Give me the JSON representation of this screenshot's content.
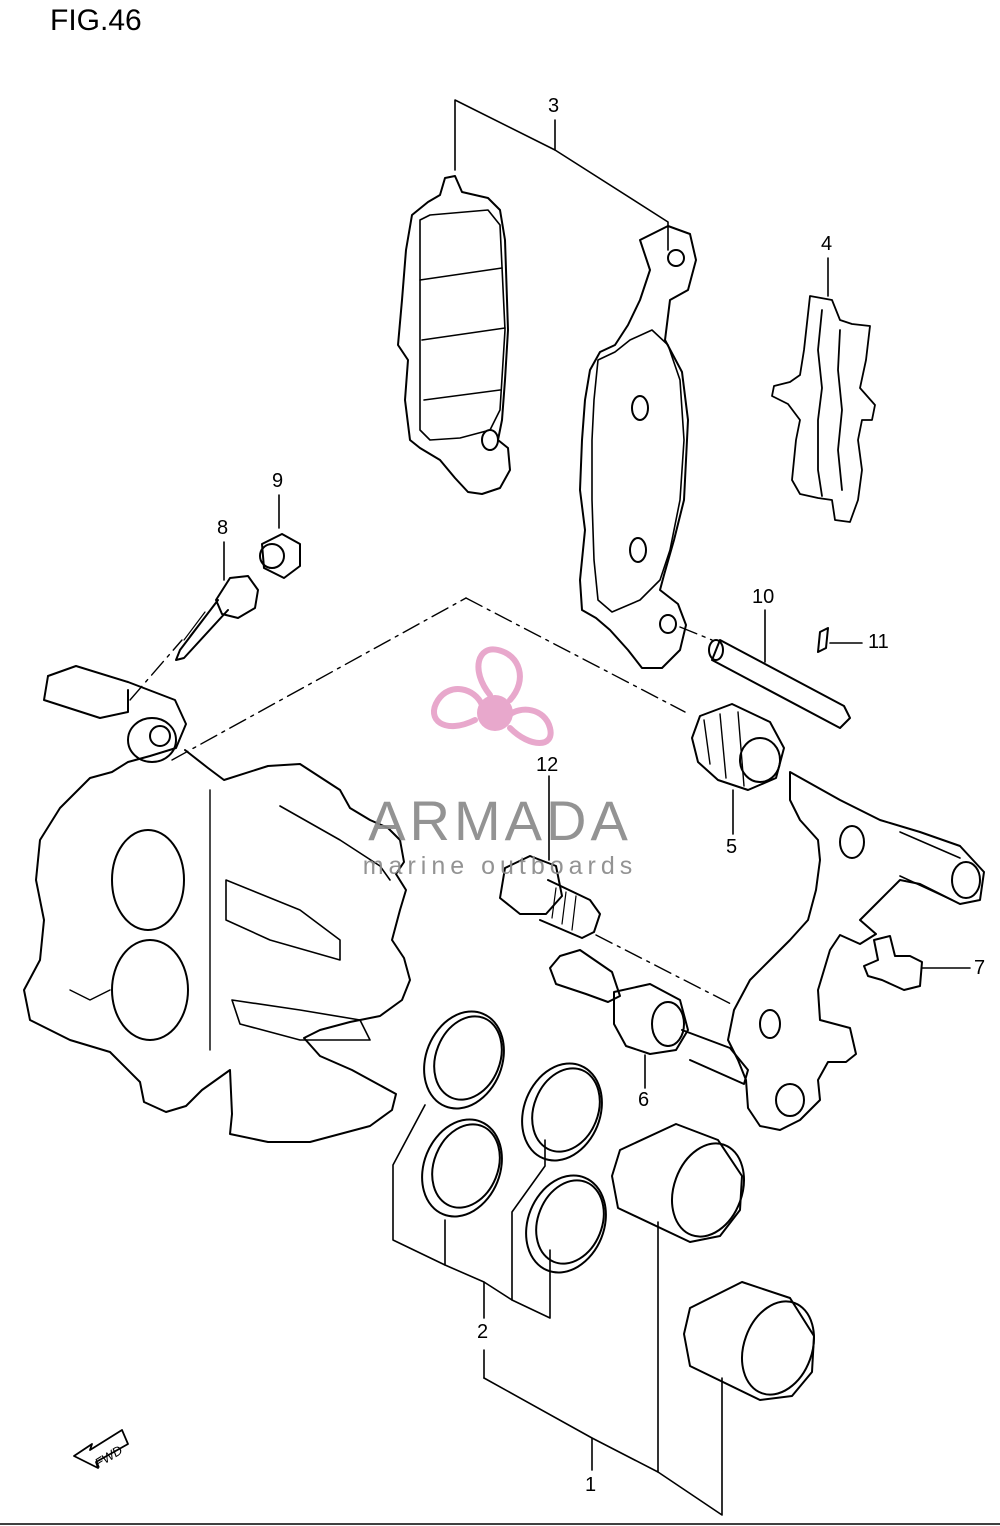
{
  "figure_title": "FIG.46",
  "callouts": [
    {
      "id": "1",
      "label": "1"
    },
    {
      "id": "2",
      "label": "2"
    },
    {
      "id": "3",
      "label": "3"
    },
    {
      "id": "4",
      "label": "4"
    },
    {
      "id": "5",
      "label": "5"
    },
    {
      "id": "6",
      "label": "6"
    },
    {
      "id": "7",
      "label": "7"
    },
    {
      "id": "8",
      "label": "8"
    },
    {
      "id": "9",
      "label": "9"
    },
    {
      "id": "10",
      "label": "10"
    },
    {
      "id": "11",
      "label": "11"
    },
    {
      "id": "12",
      "label": "12"
    }
  ],
  "watermark": {
    "title": "ARMADA",
    "subtitle": "marine outboards",
    "color": "#8a8a8a",
    "logo_color": "#e8a8cc"
  },
  "direction_marker": "FWD"
}
